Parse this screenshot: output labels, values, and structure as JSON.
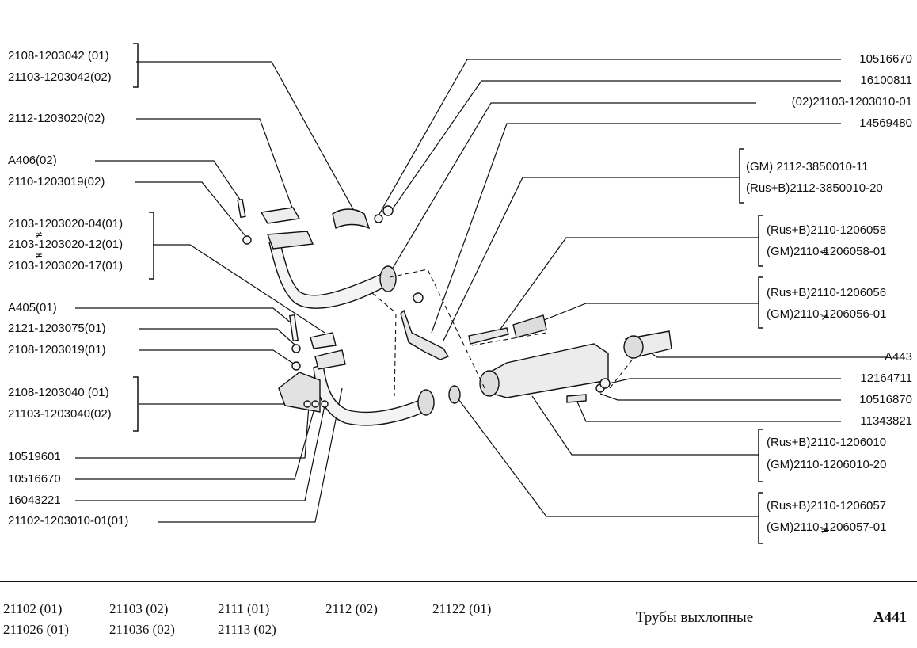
{
  "left_labels": [
    {
      "id": "l1",
      "text": "2108-1203042  (01)"
    },
    {
      "id": "l2",
      "text": "21103-1203042(02)"
    },
    {
      "id": "l3",
      "text": "2112-1203020(02)"
    },
    {
      "id": "l4",
      "text": "А406(02)"
    },
    {
      "id": "l5",
      "text": "2110-1203019(02)"
    },
    {
      "id": "l6",
      "text": "2103-1203020-04(01)"
    },
    {
      "id": "l7",
      "text": "2103-1203020-12(01)"
    },
    {
      "id": "l8",
      "text": "2103-1203020-17(01)"
    },
    {
      "id": "l9",
      "text": "А405(01)"
    },
    {
      "id": "l10",
      "text": "2121-1203075(01)"
    },
    {
      "id": "l11",
      "text": "2108-1203019(01)"
    },
    {
      "id": "l12",
      "text": "2108-1203040  (01)"
    },
    {
      "id": "l13",
      "text": "21103-1203040(02)"
    },
    {
      "id": "l14",
      "text": "10519601"
    },
    {
      "id": "l15",
      "text": "10516670"
    },
    {
      "id": "l16",
      "text": "16043221"
    },
    {
      "id": "l17",
      "text": "21102-1203010-01(01)"
    }
  ],
  "right_labels": [
    {
      "id": "r1",
      "text": "10516670"
    },
    {
      "id": "r2",
      "text": "16100811"
    },
    {
      "id": "r3",
      "text": "(02)21103-1203010-01"
    },
    {
      "id": "r4",
      "text": "14569480"
    },
    {
      "id": "r5",
      "text": "(GM)      2112-3850010-11"
    },
    {
      "id": "r6",
      "text": "(Rus+B)2112-3850010-20"
    },
    {
      "id": "r7",
      "text": "(Rus+B)2110-1206058"
    },
    {
      "id": "r8",
      "text": "(GM)2110-1206058-01"
    },
    {
      "id": "r9",
      "text": "(Rus+B)2110-1206056"
    },
    {
      "id": "r10",
      "text": "(GM)2110-1206056-01"
    },
    {
      "id": "r11",
      "text": "А443"
    },
    {
      "id": "r12",
      "text": "12164711"
    },
    {
      "id": "r13",
      "text": "10516870"
    },
    {
      "id": "r14",
      "text": "11343821"
    },
    {
      "id": "r15",
      "text": "(Rus+B)2110-1206010"
    },
    {
      "id": "r16",
      "text": "(GM)2110-1206010-20"
    },
    {
      "id": "r17",
      "text": "(Rus+B)2110-1206057"
    },
    {
      "id": "r18",
      "text": "(GM)2110-1206057-01"
    }
  ],
  "footer": {
    "models": [
      {
        "id": "m1",
        "text": "21102 (01)"
      },
      {
        "id": "m2",
        "text": "21103 (02)"
      },
      {
        "id": "m3",
        "text": "2111 (01)"
      },
      {
        "id": "m4",
        "text": "2112 (02)"
      },
      {
        "id": "m5",
        "text": "21122 (01)"
      },
      {
        "id": "m6",
        "text": "211026 (01)"
      },
      {
        "id": "m7",
        "text": "211036 (02)"
      },
      {
        "id": "m8",
        "text": "21113 (02)"
      }
    ],
    "title": "Трубы выхлопные",
    "code": "А441"
  },
  "symbols": {
    "not_equal": "≠"
  }
}
